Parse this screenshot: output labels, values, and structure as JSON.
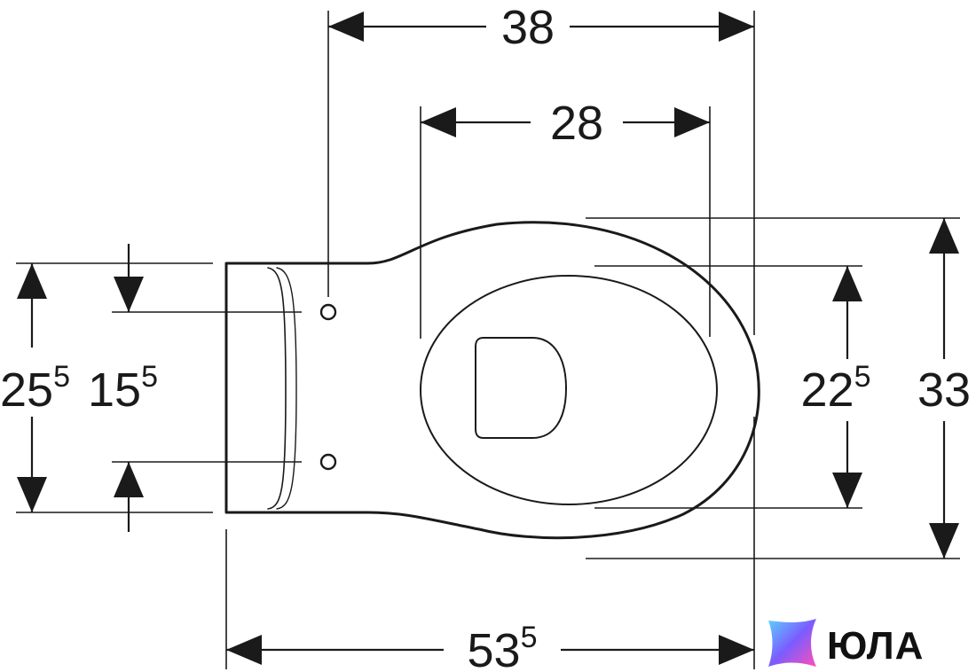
{
  "dimensions": {
    "top_width": {
      "main": "38",
      "sup": ""
    },
    "seat_width": {
      "main": "28",
      "sup": ""
    },
    "overall_length": {
      "main": "53",
      "sup": "5"
    },
    "overall_height": {
      "main": "33",
      "sup": ""
    },
    "seat_height": {
      "main": "22",
      "sup": "5"
    },
    "left_outer": {
      "main": "25",
      "sup": "5"
    },
    "left_inner": {
      "main": "15",
      "sup": "5"
    }
  },
  "logo": {
    "text": "ЮЛА"
  },
  "colors": {
    "line": "#1a1a1a",
    "background": "#ffffff",
    "logo_gradient": [
      "#5ad3ff",
      "#7b5cff",
      "#ff4fb8"
    ]
  }
}
